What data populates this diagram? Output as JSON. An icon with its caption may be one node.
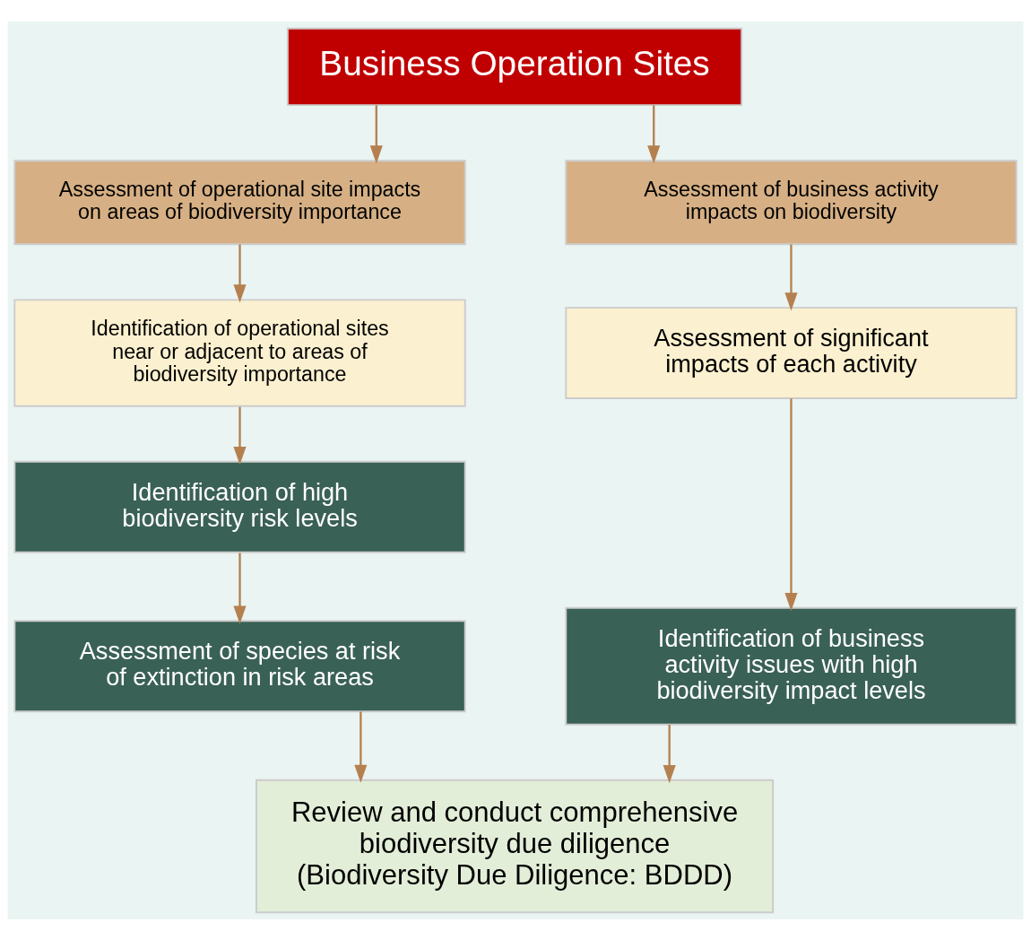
{
  "diagram": {
    "nodes": [
      {
        "text": [
          "Business Operation Sites"
        ]
      },
      {
        "text": [
          "Assessment of operational site impacts on areas of biodiversity importance"
        ]
      },
      {
        "text": [
          "Assessment of business activity impacts on biodiversity"
        ]
      },
      {
        "text": [
          "Identification of operational sites near or adjacent to areas of biodiversity importance"
        ]
      },
      {
        "text": [
          "Assessment of significant impacts of each activity"
        ]
      },
      {
        "text": [
          "Identification of high biodiversity risk levels"
        ]
      },
      {
        "text": [
          "Identification of business activity issues with high biodiversity impact levels"
        ]
      },
      {
        "text": [
          "Assessment of species at risk of extinction in risk areas"
        ]
      },
      {
        "text": [
          "Review and conduct comprehensive biodiversity due diligence (Biodiversity Due Diligence: BDDD)"
        ]
      }
    ],
    "edges": [
      {
        "from": 0,
        "to": 1,
        "arrow": "to"
      },
      {
        "from": 0,
        "to": 2,
        "arrow": "to"
      },
      {
        "from": 1,
        "to": 3,
        "arrow": "to"
      },
      {
        "from": 2,
        "to": 4,
        "arrow": "to"
      },
      {
        "from": 3,
        "to": 5,
        "arrow": "to"
      },
      {
        "from": 4,
        "to": 6,
        "arrow": "to"
      },
      {
        "from": 5,
        "to": 7,
        "arrow": "to"
      },
      {
        "from": 6,
        "to": 8,
        "arrow": "to"
      },
      {
        "from": 7,
        "to": 8,
        "arrow": "to"
      }
    ]
  }
}
